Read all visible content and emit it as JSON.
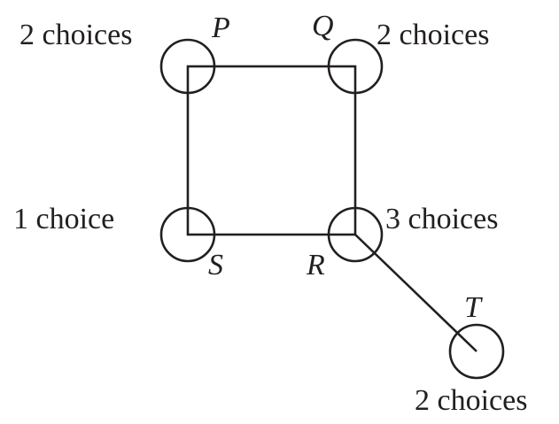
{
  "nodes": {
    "P": {
      "name": "P",
      "label": "2 choices"
    },
    "Q": {
      "name": "Q",
      "label": "2 choices"
    },
    "S": {
      "name": "S",
      "label": "1 choice"
    },
    "R": {
      "name": "R",
      "label": "3 choices"
    },
    "T": {
      "name": "T",
      "label": "2 choices"
    }
  },
  "colors": {
    "stroke": "#231f20",
    "background": "#ffffff"
  }
}
